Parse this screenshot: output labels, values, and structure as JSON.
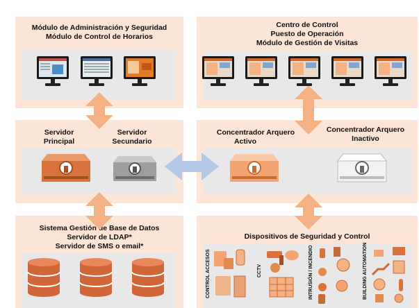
{
  "admin": {
    "title_line1": "Módulo de Administración y Seguridad",
    "title_line2": "Módulo de Control de Horarios"
  },
  "control": {
    "title_line1": "Centro de Control",
    "title_line2": "Puesto de Operación",
    "title_line3": "Módulo de Gestión de Visitas"
  },
  "servers": {
    "primary_line1": "Servidor",
    "primary_line2": "Principal",
    "secondary_line1": "Servidor",
    "secondary_line2": "Secundario"
  },
  "concentrators": {
    "active_line1": "Concentrador Arquero",
    "active_line2": "Activo",
    "inactive_line1": "Concentrador Arquero",
    "inactive_line2": "Inactivo"
  },
  "database": {
    "title_line1": "Sistema Gestión de Base de Datos",
    "title_line2": "Servidor de LDAP*",
    "title_line3": "Servidor de SMS o email*"
  },
  "devices": {
    "title": "Dispositivos de Seguridad y Control",
    "categories": [
      "CONTROL ACCESOS",
      "CCTV",
      "INTRUSIÓN / INCENDIO",
      "BUILDING AUTOMATION"
    ]
  },
  "colors": {
    "panel": "#fce4d6",
    "inner": "#e8e8e8",
    "arrow_orange": "#f4b183",
    "arrow_blue": "#b4c7e7",
    "server_orange": "#d9733d",
    "db_orange": "#d0663a"
  }
}
